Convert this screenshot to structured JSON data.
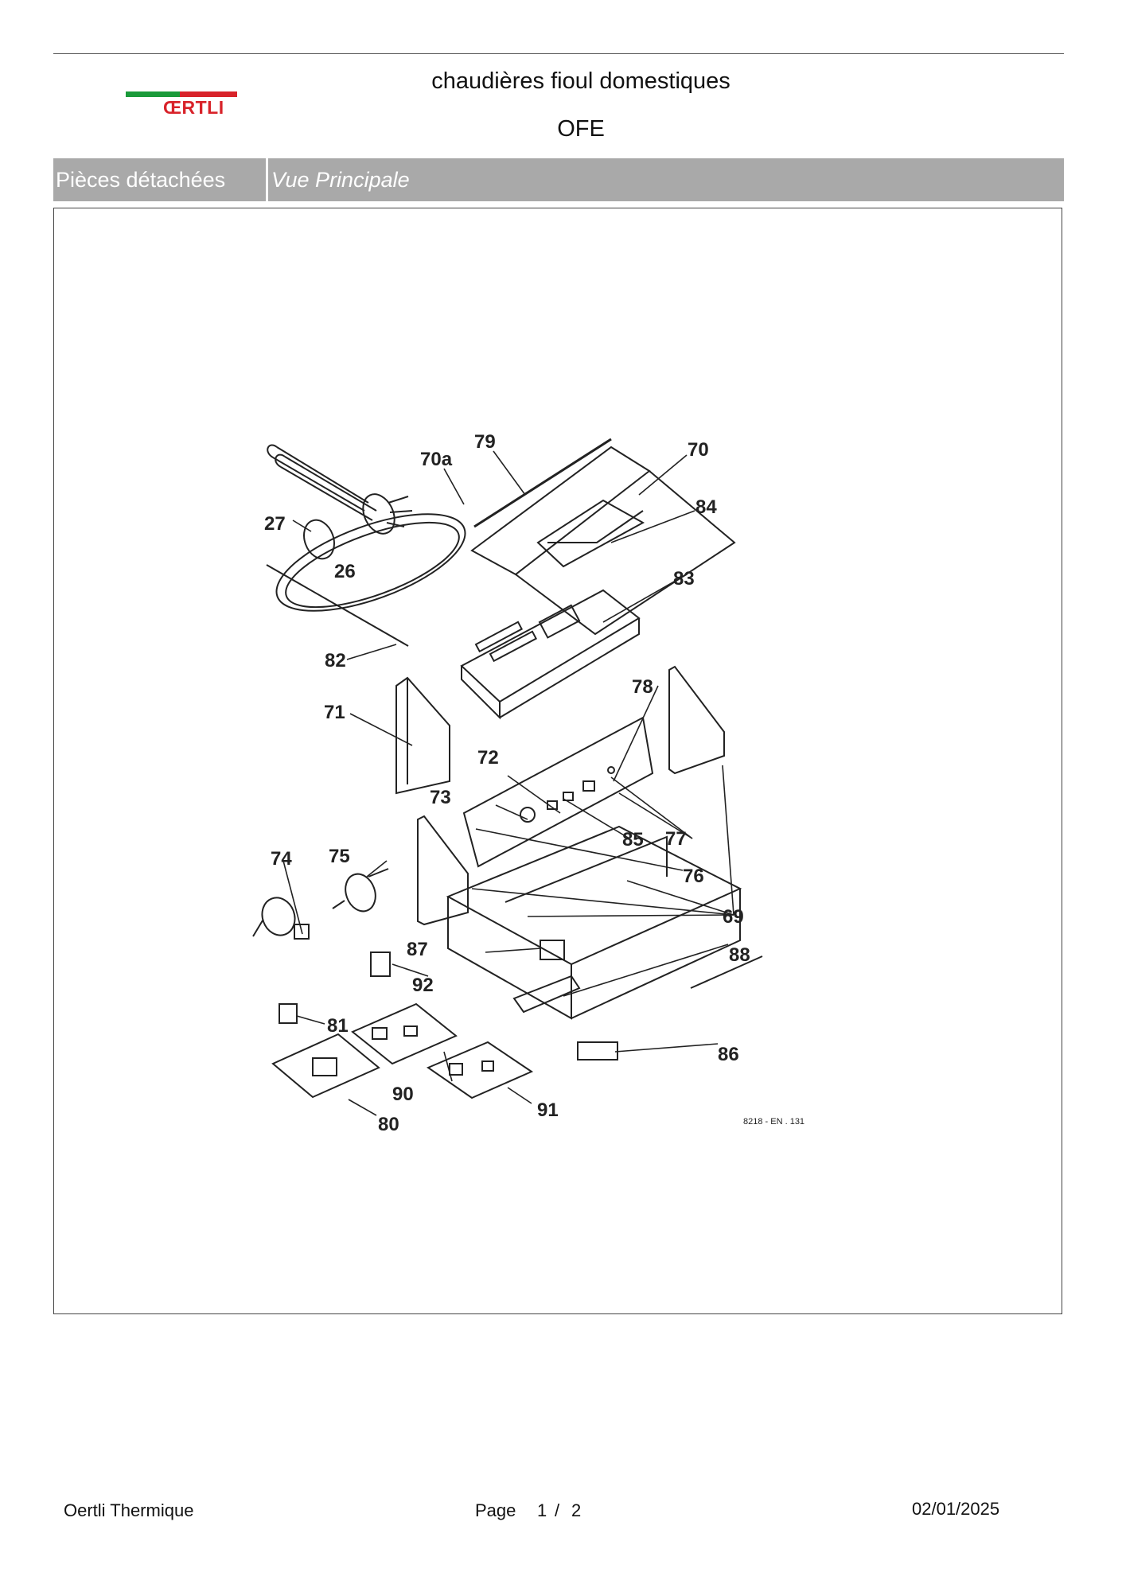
{
  "header": {
    "logo_text": "ŒRTLI",
    "brand_colors": {
      "green": "#1a9a3a",
      "red": "#d8232a"
    },
    "title": "chaudières fioul domestiques",
    "subtitle": "OFE"
  },
  "band": {
    "section_label": "Pièces détachées",
    "view_label": "Vue Principale",
    "background": "#a9a9a9"
  },
  "diagram": {
    "callouts": [
      "79",
      "70a",
      "70",
      "84",
      "27",
      "26",
      "83",
      "82",
      "78",
      "71",
      "72",
      "73",
      "85",
      "77",
      "74",
      "75",
      "76",
      "69",
      "87",
      "88",
      "92",
      "81",
      "86",
      "90",
      "91",
      "80"
    ],
    "reference": "8218 - EN . 131"
  },
  "footer": {
    "company": "Oertli Thermique",
    "page_word": "Page",
    "page_current": "1",
    "page_sep": "/",
    "page_total": "2",
    "date": "02/01/2025"
  }
}
